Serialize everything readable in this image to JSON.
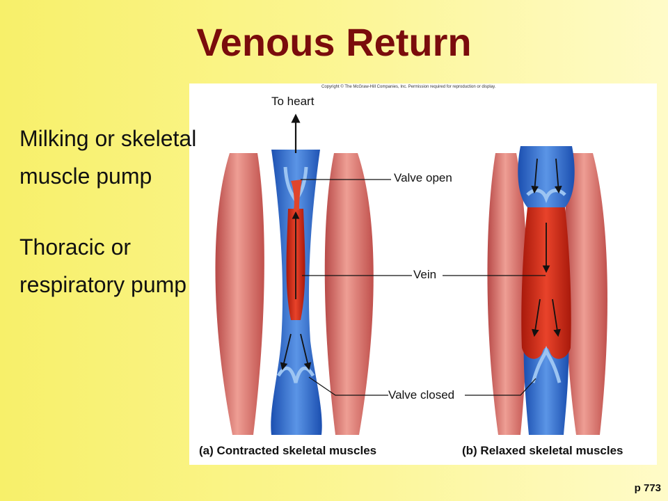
{
  "slide": {
    "title": "Venous Return",
    "bullets": [
      [
        "Milking or skeletal",
        "muscle pump"
      ],
      [
        "Thoracic or",
        "respiratory pump"
      ]
    ],
    "page_ref": "p 773"
  },
  "figure": {
    "copyright": "Copyright © The McGraw-Hill Companies, Inc. Permission required for reproduction or display.",
    "labels": {
      "to_heart": "To heart",
      "valve_open": "Valve open",
      "vein": "Vein",
      "valve_closed": "Valve closed"
    },
    "captions": {
      "a": "(a) Contracted skeletal muscles",
      "b": "(b) Relaxed skeletal muscles"
    },
    "colors": {
      "muscle": "#d9756d",
      "vein": "#2d63c8",
      "blood": "#d42a14",
      "title": "#7a0c0c"
    }
  }
}
